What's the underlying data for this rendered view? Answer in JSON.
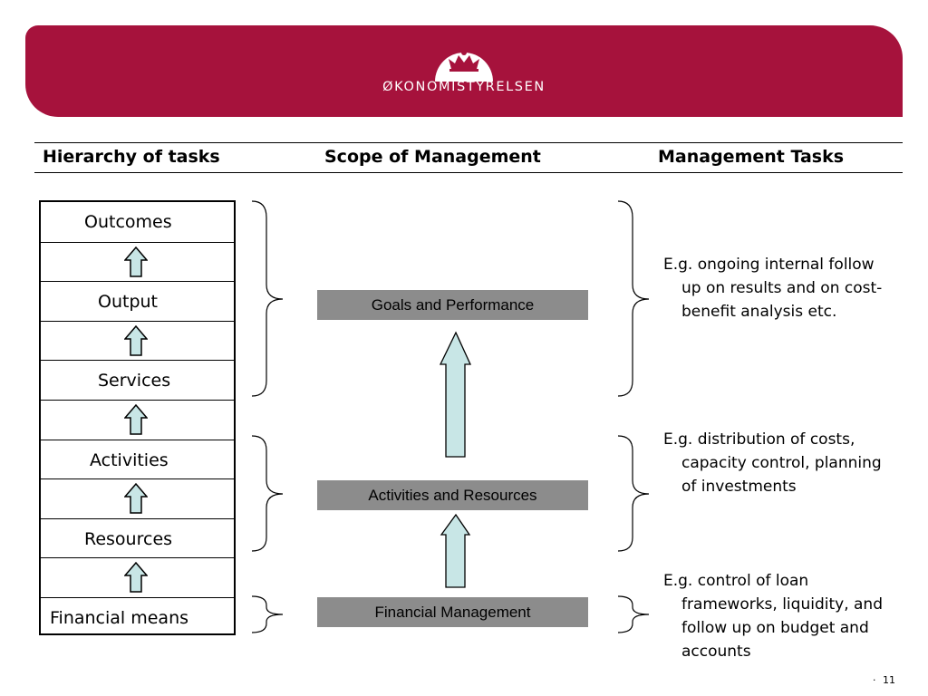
{
  "brand": {
    "name": "ØKONOMISTYRELSEN",
    "banner_color": "#a6123c",
    "icon": "crown-icon"
  },
  "headers": {
    "hierarchy": "Hierarchy of tasks",
    "scope": "Scope of Management",
    "tasks": "Management Tasks"
  },
  "hierarchy": {
    "rows": [
      {
        "label": "Outcomes"
      },
      {
        "arrow": "up-arrow-icon"
      },
      {
        "label": "Output"
      },
      {
        "arrow": "up-arrow-icon"
      },
      {
        "label": "Services"
      },
      {
        "arrow": "up-arrow-icon"
      },
      {
        "label": "Activities"
      },
      {
        "arrow": "up-arrow-icon"
      },
      {
        "label": "Resources"
      },
      {
        "arrow": "up-arrow-icon"
      },
      {
        "label": "Financial means"
      }
    ],
    "arrow_color": "#c8e6e6"
  },
  "scope": {
    "goals": "Goals and Performance",
    "activities": "Activities and Resources",
    "financial": "Financial Management",
    "box_color": "#8c8c8c"
  },
  "tasks": {
    "goals": "E.g. ongoing internal follow up on results and on cost-benefit analysis etc.",
    "activities": "E.g. distribution of costs, capacity control, planning of investments",
    "financial": "E.g. control of loan frameworks, liquidity, and follow up on budget and accounts"
  },
  "page": {
    "number": "11",
    "marker": "·"
  }
}
